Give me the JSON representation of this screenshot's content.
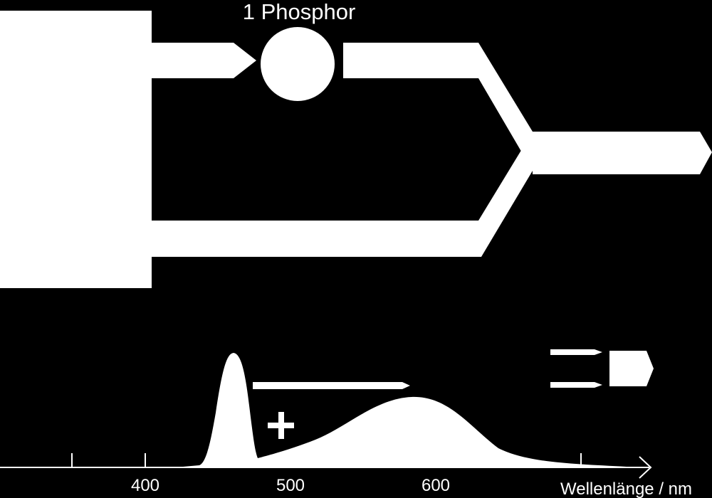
{
  "title": "1 Phosphor",
  "axis": {
    "label": "Wellenlänge / nm",
    "ticks": [
      "400",
      "500",
      "600"
    ]
  },
  "plus_sign": "+",
  "colors": {
    "background": "#000000",
    "foreground": "#ffffff"
  }
}
